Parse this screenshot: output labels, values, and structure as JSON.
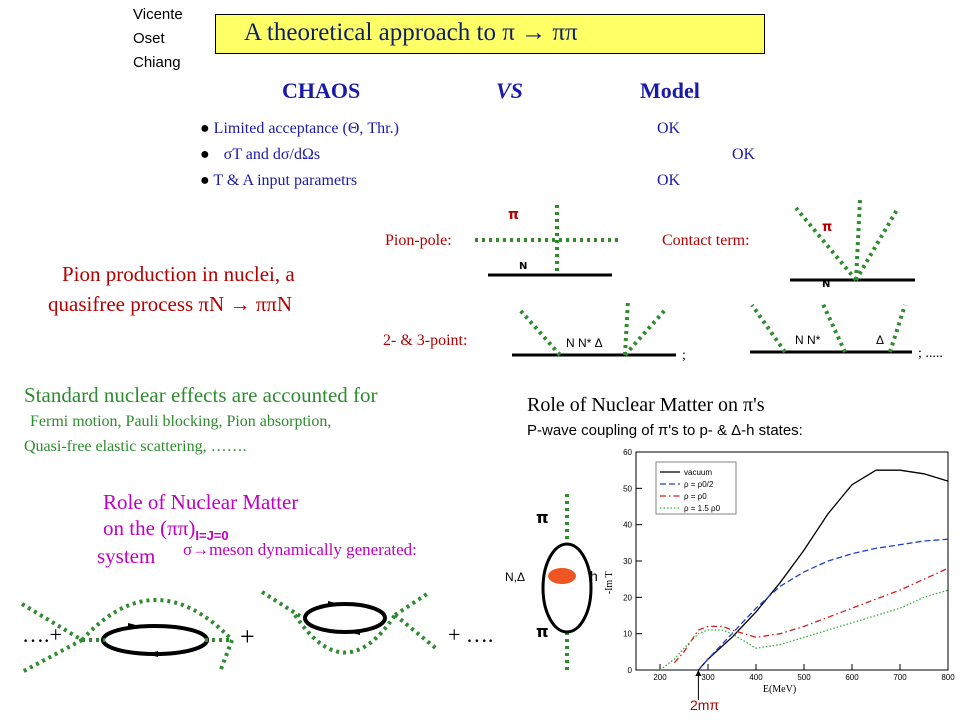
{
  "authors": [
    "Vicente",
    "Oset",
    "Chiang"
  ],
  "title": "A theoretical approach to π  →  ππ",
  "comparison": {
    "left": "CHAOS",
    "middle": "VS",
    "right": "Model",
    "rows": [
      {
        "text": "Limited acceptance (Θ, Thr.)",
        "status": "OK"
      },
      {
        "text": "σT and dσ/dΩs",
        "status": "OK"
      },
      {
        "text": "T & A input parametrs",
        "status": "OK"
      }
    ]
  },
  "diagrams": {
    "pion_pole": "Pion-pole:",
    "contact_term": "Contact term:",
    "two_three_point": "2- & 3-point:",
    "nstar1": "N N* Δ",
    "nstar2": "N N*",
    "nstar2_delta": "Δ",
    "sep1": ";",
    "sep2": "; .....",
    "pion_symbol": "π",
    "n_symbol": "N"
  },
  "pion_production": {
    "line1": "Pion production in nuclei, a",
    "line2": "quasifree process πN → ππN"
  },
  "nuclear_effects": {
    "heading": "Standard nuclear effects are accounted for",
    "line1": "Fermi motion, Pauli blocking, Pion absorption,",
    "line2": "Quasi-free elastic scattering, ……."
  },
  "role_pions": {
    "heading": "Role of Nuclear Matter on π's",
    "subheading": "P-wave coupling of π's to p- & Δ-h states:"
  },
  "role_pipi": {
    "line1": "Role of Nuclear Matter",
    "line2": "on the (ππ)",
    "line2_sub": "I=J=0",
    "line3": "system",
    "line3_rest": "σ→meson dynamically generated:"
  },
  "bubble_chain": {
    "left": "….+",
    "middle": "+",
    "right": "+ …."
  },
  "loop": {
    "top_pion": "π",
    "bottom_pion": "π",
    "left_label": "N,Δ",
    "right_label": "h"
  },
  "graph": {
    "xlabel": "E(MeV)",
    "ylabel": "-Im T",
    "threshold_label": "2mπ",
    "legend": [
      "vacuum",
      "ρ = ρ0/2",
      "ρ = ρ0",
      "ρ = 1.5 ρ0"
    ],
    "series_colors": [
      "#000000",
      "#1f3fd0",
      "#d02020",
      "#30b030"
    ],
    "y_ticks": [
      "0",
      "10",
      "20",
      "30",
      "40",
      "50",
      "60"
    ],
    "x_ticks": [
      "200",
      "300",
      "400",
      "500",
      "600",
      "700",
      "800"
    ]
  },
  "chart_data": {
    "type": "line",
    "xlabel": "E(MeV)",
    "ylabel": "-Im T",
    "xlim": [
      150,
      800
    ],
    "ylim": [
      0,
      60
    ],
    "grid": false,
    "legend_position": "top-left",
    "series": [
      {
        "name": "vacuum",
        "x": [
          280,
          300,
          350,
          400,
          450,
          500,
          550,
          600,
          650,
          700,
          750,
          800
        ],
        "y": [
          0,
          3,
          9,
          16,
          24,
          33,
          43,
          51,
          55,
          55,
          54,
          52
        ]
      },
      {
        "name": "ρ = ρ0/2",
        "x": [
          280,
          300,
          350,
          400,
          450,
          500,
          550,
          600,
          650,
          700,
          750,
          800
        ],
        "y": [
          0,
          3,
          10,
          17,
          23,
          27,
          30,
          32,
          33.5,
          34.5,
          35.5,
          36
        ]
      },
      {
        "name": "ρ = ρ0",
        "x": [
          230,
          250,
          280,
          300,
          330,
          350,
          400,
          450,
          500,
          550,
          600,
          650,
          700,
          750,
          800
        ],
        "y": [
          2,
          5,
          11,
          12,
          12,
          11,
          9,
          10,
          12,
          14.5,
          17,
          19.5,
          22,
          25,
          28
        ]
      },
      {
        "name": "ρ = 1.5 ρ0",
        "x": [
          200,
          230,
          250,
          280,
          300,
          330,
          350,
          400,
          450,
          500,
          550,
          600,
          650,
          700,
          750,
          800
        ],
        "y": [
          0,
          3,
          6,
          10,
          11,
          11,
          10,
          6,
          7,
          9,
          11,
          13,
          15,
          17,
          20,
          22
        ]
      }
    ]
  }
}
